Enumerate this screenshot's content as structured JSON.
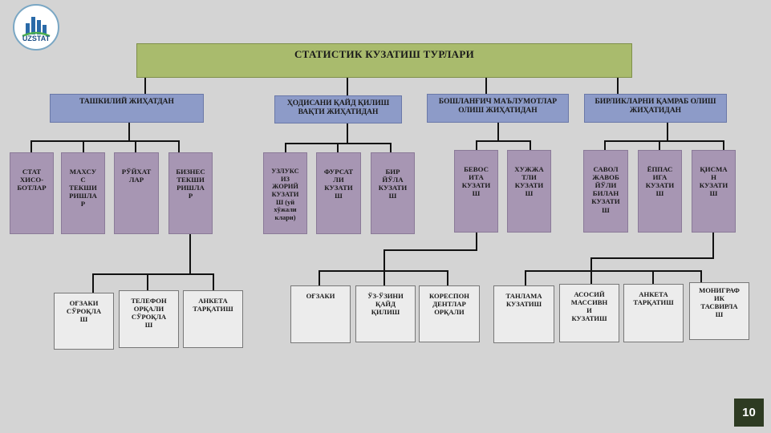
{
  "logo": {
    "text": "UZSTAT"
  },
  "page_number": "10",
  "title": "СТАТИСТИК КУЗАТИШ ТУРЛАРИ",
  "categories": [
    {
      "label": "ТАШКИЛИЙ ЖИҲАТДАН",
      "children": [
        "СТАТ\nХИСО-\nБОТЛАР",
        "МАХСУ\nС\nТЕКШИ\nРИШЛА\nР",
        "РЎЙХАТ\nЛАР",
        "БИЗНЕС\nТЕКШИ\nРИШЛА\nР"
      ],
      "leaves": [
        "ОҒЗАКИ\nСЎРОҚЛА\nШ",
        "ТЕЛЕФОН\nОРҚАЛИ\nСЎРОҚЛА\nШ",
        "АНКЕТА\nТАРҚАТИШ"
      ]
    },
    {
      "label": "ҲОДИСАНИ ҚАЙД ҚИЛИШ\nВАҚТИ ЖИҲАТИДАН",
      "children": [
        "УЗЛУКС\nИЗ\nЖОРИЙ\nКУЗАТИ\nШ (уй\nхўжали\nклари)",
        "ФУРСАТ\nЛИ\nКУЗАТИ\nШ",
        "БИР\nЙЎЛА\nКУЗАТИ\nШ"
      ]
    },
    {
      "label": "БОШЛАНҒИЧ МАЪЛУМОТЛАР\nОЛИШ ЖИҲАТИДАН",
      "children": [
        "БЕВОС\nИТА\nКУЗАТИ\nШ",
        "ХУЖЖА\nТЛИ\nКУЗАТИ\nШ"
      ],
      "leaves": [
        "ОҒЗАКИ",
        "ЎЗ-ЎЗИНИ\nҚАЙД\nҚИЛИШ",
        "КОРЕСПОН\nДЕНТЛАР\nОРҚАЛИ"
      ]
    },
    {
      "label": "БИРЛИКЛАРНИ ҚАМРАБ ОЛИШ\nЖИҲАТИДАН",
      "children": [
        "САВОЛ\nЖАВОБ\nЙЎЛИ\nБИЛАН\nКУЗАТИ\nШ",
        "ЁППАС\nИГА\nКУЗАТИ\nШ",
        "ҚИСМА\nН\nКУЗАТИ\nШ"
      ],
      "leaves": [
        "ТАНЛАМА\nКУЗАТИШ",
        "АСОСИЙ\nМАССИВН\nИ\nКУЗАТИШ",
        "АНКЕТА\nТАРҚАТИШ",
        "МОНИГРАФ\nИК\nТАСВИРЛА\nШ"
      ]
    }
  ]
}
